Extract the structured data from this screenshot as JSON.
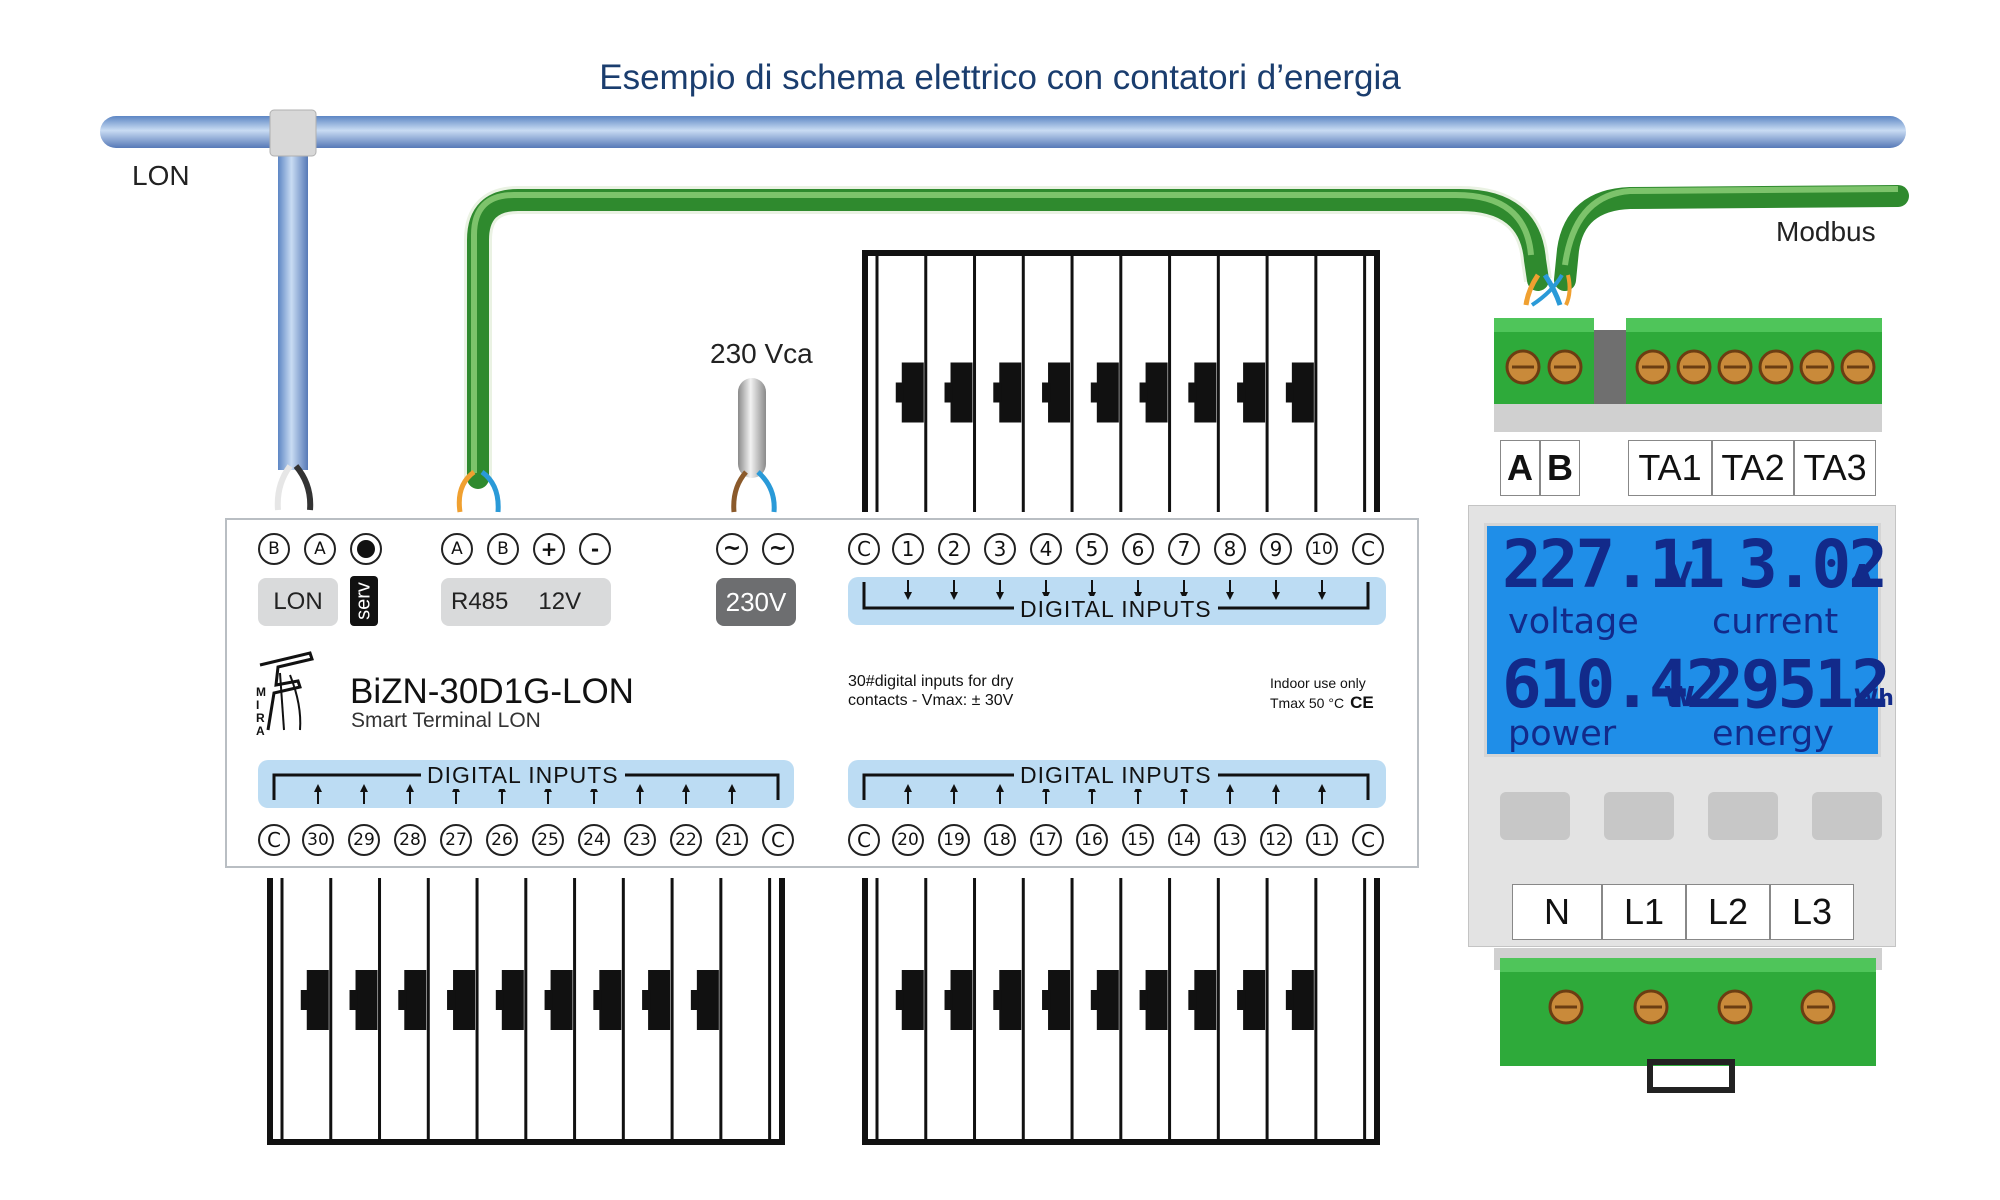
{
  "title": "Esempio di schema elettrico con contatori d’energia",
  "bus_labels": {
    "lon": "LON",
    "modbus": "Modbus",
    "supply": "230 Vca"
  },
  "colors": {
    "lon_cable": "#8cb3e3",
    "modbus_cable": "#2f8a2e",
    "connector": "#2eaa3a",
    "lcd": "#1f8ee8",
    "di_bar": "#bcdcf3"
  },
  "module": {
    "name": "BiZN-30D1G-LON",
    "subtitle": "Smart Terminal LON",
    "logo": "M I R A",
    "spec_line1": "30#digital inputs for dry",
    "spec_line2": "contacts  - Vmax:  ± 30V",
    "indoor_line1": "Indoor use only",
    "indoor_line2": "Tmax 50 °C",
    "ce_mark": "CE",
    "top_left_terminals": [
      "B",
      "A",
      "●"
    ],
    "lon_label": "LON",
    "serv_label": "serv",
    "bus_terminals": [
      "A",
      "B",
      "+",
      "-"
    ],
    "r485_label": "R485",
    "v12_label": "12V",
    "power_terminals": [
      "~",
      "~"
    ],
    "v230_label": "230V",
    "di_label": "DIGITAL  INPUTS",
    "top_inputs": [
      "C",
      "1",
      "2",
      "3",
      "4",
      "5",
      "6",
      "7",
      "8",
      "9",
      "10",
      "C"
    ],
    "bottom_left_inputs": [
      "C",
      "30",
      "29",
      "28",
      "27",
      "26",
      "25",
      "24",
      "23",
      "22",
      "21",
      "C"
    ],
    "bottom_right_inputs": [
      "C",
      "20",
      "19",
      "18",
      "17",
      "16",
      "15",
      "14",
      "13",
      "12",
      "11",
      "C"
    ]
  },
  "meter": {
    "top_terminals": [
      "A",
      "B",
      "TA1",
      "TA2",
      "TA3"
    ],
    "bottom_terminals": [
      "N",
      "L1",
      "L2",
      "L3"
    ],
    "voltage_value": "227.11",
    "voltage_unit": "V",
    "voltage_label": "voltage",
    "current_value": "3.02",
    "current_unit": "A",
    "current_label": "current",
    "power_value": "610.42",
    "power_unit": "W",
    "power_label": "power",
    "energy_value": "29512",
    "energy_unit": "Wh",
    "energy_label": "energy"
  }
}
